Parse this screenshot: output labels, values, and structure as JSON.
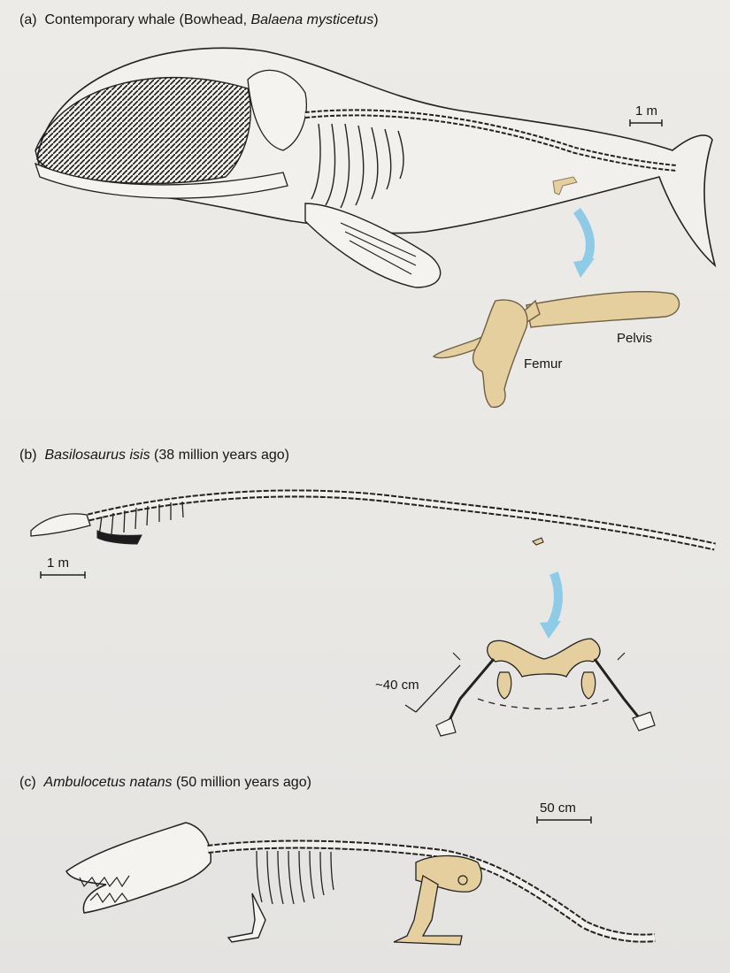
{
  "panels": [
    {
      "letter": "(a)",
      "name_plain": "Contemporary whale (Bowhead, ",
      "name_italic": "Balaena mysticetus",
      "name_tail": ")",
      "scale_bar": "1 m",
      "inset_labels": {
        "pelvis": "Pelvis",
        "femur": "Femur"
      }
    },
    {
      "letter": "(b)",
      "name_plain": "",
      "name_italic": "Basilosaurus isis",
      "name_tail": " (38 million years ago)",
      "scale_bar": "1 m",
      "inset_labels": {
        "length": "~40 cm"
      }
    },
    {
      "letter": "(c)",
      "name_plain": "",
      "name_italic": "Ambulocetus natans",
      "name_tail": " (50 million years ago)",
      "scale_bar": "50 cm"
    }
  ],
  "colors": {
    "bone_highlight": "#e6cf9f",
    "arrow": "#8ecbe6",
    "ink": "#151515"
  }
}
